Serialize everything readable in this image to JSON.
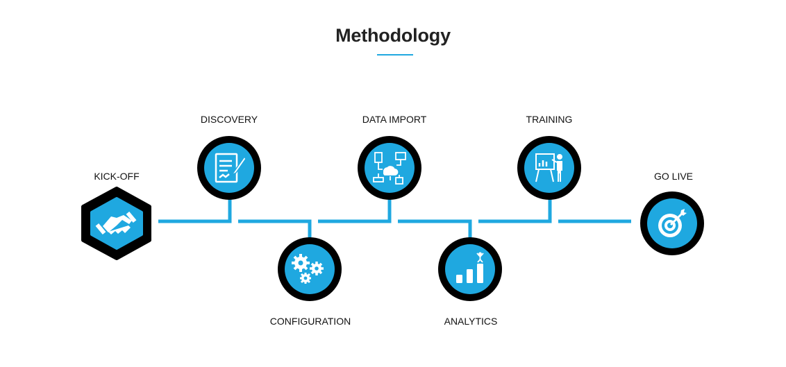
{
  "title": "Methodology",
  "colors": {
    "accent": "#1fa8e0",
    "ring": "#000000",
    "icon": "#ffffff"
  },
  "steps": [
    {
      "label": "KICK-OFF",
      "icon": "handshake-icon"
    },
    {
      "label": "DISCOVERY",
      "icon": "document-edit-icon"
    },
    {
      "label": "CONFIGURATION",
      "icon": "gears-icon"
    },
    {
      "label": "DATA IMPORT",
      "icon": "server-cloud-icon"
    },
    {
      "label": "ANALYTICS",
      "icon": "bar-chart-icon"
    },
    {
      "label": "TRAINING",
      "icon": "presentation-icon"
    },
    {
      "label": "GO LIVE",
      "icon": "target-icon"
    }
  ]
}
